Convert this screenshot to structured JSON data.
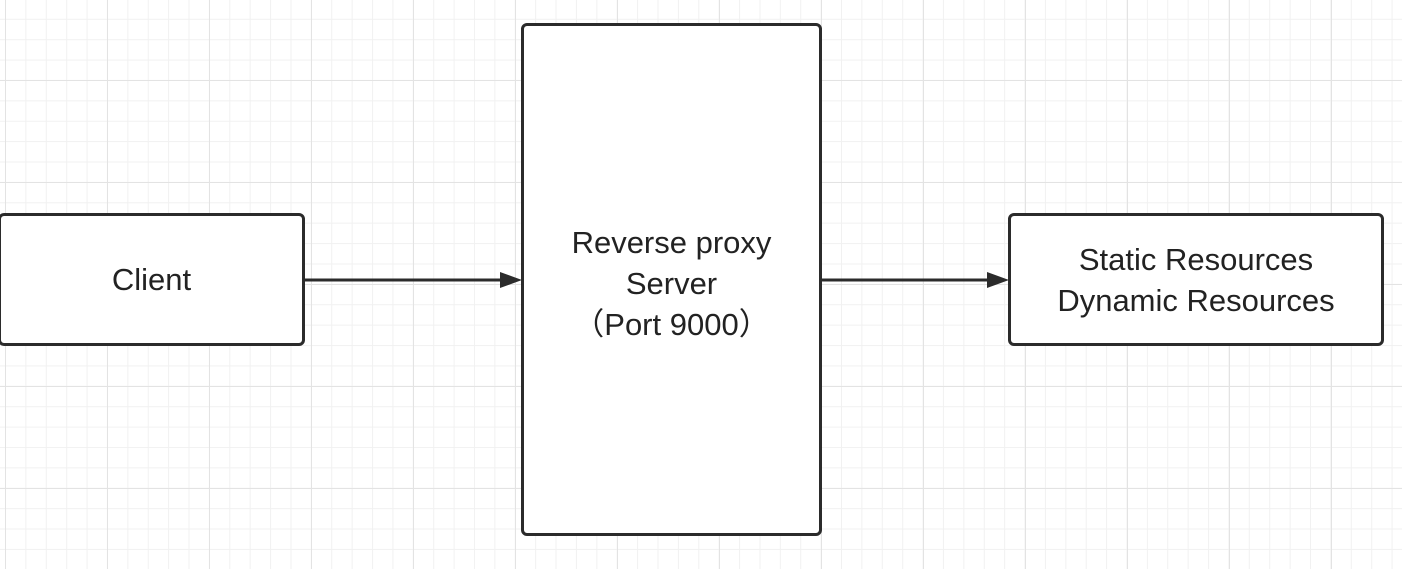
{
  "diagram": {
    "nodes": {
      "client": {
        "label": "Client"
      },
      "proxy": {
        "lines": [
          "Reverse proxy",
          "Server",
          "（Port 9000）"
        ]
      },
      "resources": {
        "lines": [
          "Static Resources",
          "Dynamic Resources"
        ]
      }
    },
    "edges": [
      {
        "from": "client",
        "to": "proxy"
      },
      {
        "from": "proxy",
        "to": "resources"
      }
    ],
    "colors": {
      "stroke": "#2b2b2b",
      "text": "#222222",
      "background": "#ffffff",
      "grid": "#e3e3e3"
    }
  }
}
